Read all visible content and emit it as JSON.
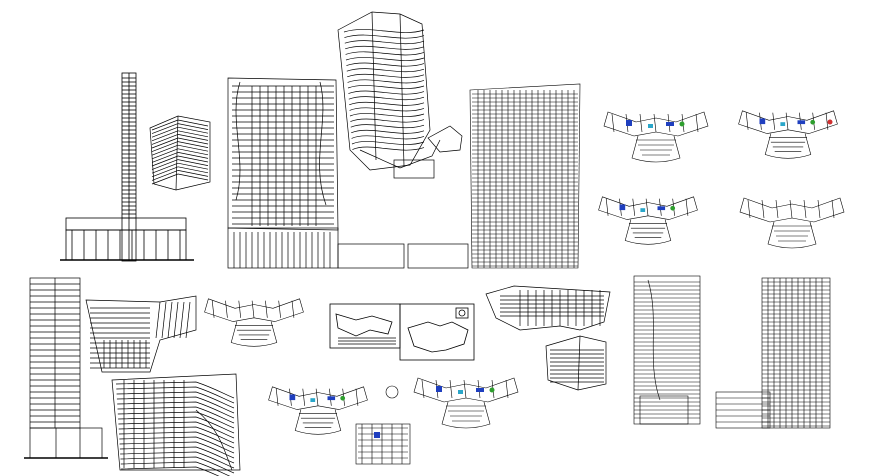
{
  "sheet": {
    "background": "#ffffff",
    "line_color": "#000000",
    "accent_colors": {
      "blue": "#1f3fbf",
      "green": "#2e9e2e",
      "red": "#d03030",
      "cyan": "#2aa6c9"
    }
  },
  "drawings": [
    {
      "name": "tower-section-tall",
      "kind": "elevation"
    },
    {
      "name": "small-perspective-tower",
      "kind": "perspective"
    },
    {
      "name": "curved-tower-elevation",
      "kind": "elevation"
    },
    {
      "name": "curved-tower-perspective-top",
      "kind": "perspective"
    },
    {
      "name": "grid-tower-elevation",
      "kind": "elevation"
    },
    {
      "name": "floor-plan-1",
      "kind": "plan"
    },
    {
      "name": "floor-plan-2",
      "kind": "plan"
    },
    {
      "name": "floor-plan-3",
      "kind": "plan"
    },
    {
      "name": "floor-plan-4",
      "kind": "plan"
    },
    {
      "name": "left-section",
      "kind": "section"
    },
    {
      "name": "perspective-mid-left",
      "kind": "perspective"
    },
    {
      "name": "floor-plan-5",
      "kind": "plan"
    },
    {
      "name": "framed-plan-small",
      "kind": "plan"
    },
    {
      "name": "framed-plan-large",
      "kind": "plan"
    },
    {
      "name": "perspective-podium",
      "kind": "perspective"
    },
    {
      "name": "perspective-corner",
      "kind": "perspective"
    },
    {
      "name": "tower-elevation-right-1",
      "kind": "elevation"
    },
    {
      "name": "tower-elevation-right-2",
      "kind": "elevation"
    },
    {
      "name": "perspective-bottom-left",
      "kind": "perspective"
    },
    {
      "name": "floor-plan-6",
      "kind": "plan"
    },
    {
      "name": "floor-plan-7",
      "kind": "plan"
    },
    {
      "name": "floor-plan-8",
      "kind": "plan"
    }
  ]
}
